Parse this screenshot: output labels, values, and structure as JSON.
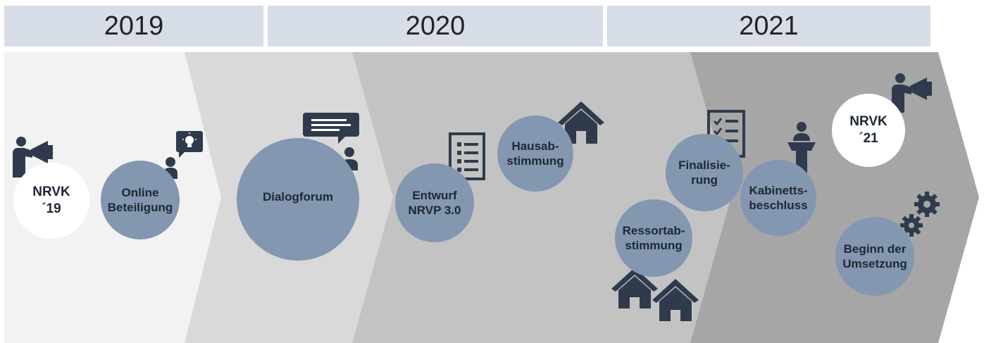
{
  "years": [
    "2019",
    "2020",
    "2021"
  ],
  "milestones": {
    "nrvk19": "NRVK\n´19",
    "online": "Online\nBeteiligung",
    "dialog": "Dialogforum",
    "entwurf": "Entwurf\nNRVP 3.0",
    "hausab": "Hausab-\nstimmung",
    "ressort": "Ressortab-\nstimmung",
    "final": "Finalisie-\nrung",
    "kabinett": "Kabinetts-\nbeschluss",
    "nrvk21": "NRVK\n´21",
    "beginn": "Beginn der\nUmsetzung"
  },
  "colors": {
    "year_bar": "#d6dde6",
    "circle": "#8397b1",
    "icon": "#2f3b4c",
    "chevron_1": "#f2f2f2",
    "chevron_2": "#d9d9d9",
    "chevron_3": "#c3c3c3",
    "chevron_4": "#a6a6a6"
  }
}
